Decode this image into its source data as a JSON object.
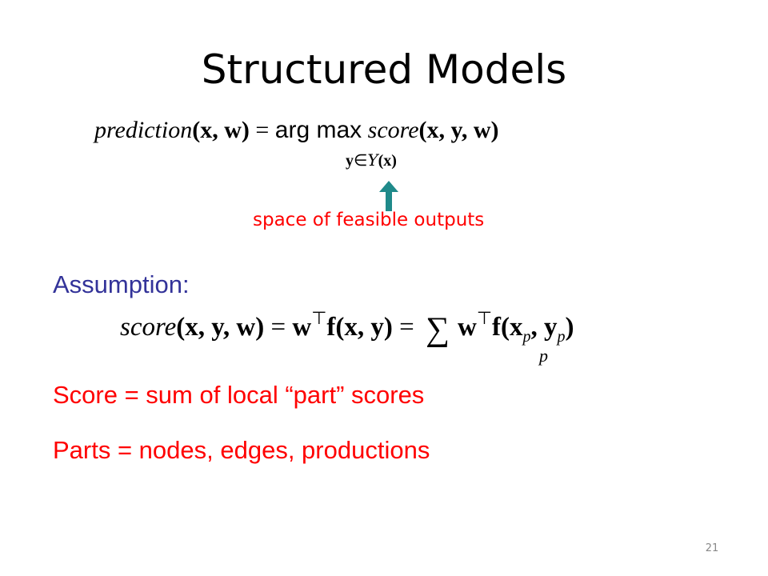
{
  "slide": {
    "title": "Structured Models",
    "page_number": "21"
  },
  "equation1": {
    "lhs_func": "prediction",
    "lhs_args": "(x, w)",
    "equals": "=",
    "operator": "arg max",
    "rhs_func": "score",
    "rhs_args": "(x, y, w)",
    "subscript_var": "y",
    "subscript_rel": "∈",
    "subscript_set": "Y",
    "subscript_arg": "(x)"
  },
  "annotation": {
    "text": "space of feasible outputs",
    "arrow_color": "#1f8a8a"
  },
  "assumption": {
    "label": "Assumption:"
  },
  "equation2": {
    "func": "score",
    "args": "(x, y, w)",
    "eq": "=",
    "w": "w",
    "transpose": "⊤",
    "f": "f",
    "fargs": "(x, y)",
    "sum": "∑",
    "sum_index": "p",
    "x": "x",
    "y": "y",
    "p": "p"
  },
  "statements": {
    "line1": "Score = sum of local “part” scores",
    "line2": "Parts = nodes, edges, productions"
  },
  "colors": {
    "title": "#000000",
    "annotation": "#ff0000",
    "assumption": "#333399",
    "statements": "#ff0000"
  }
}
